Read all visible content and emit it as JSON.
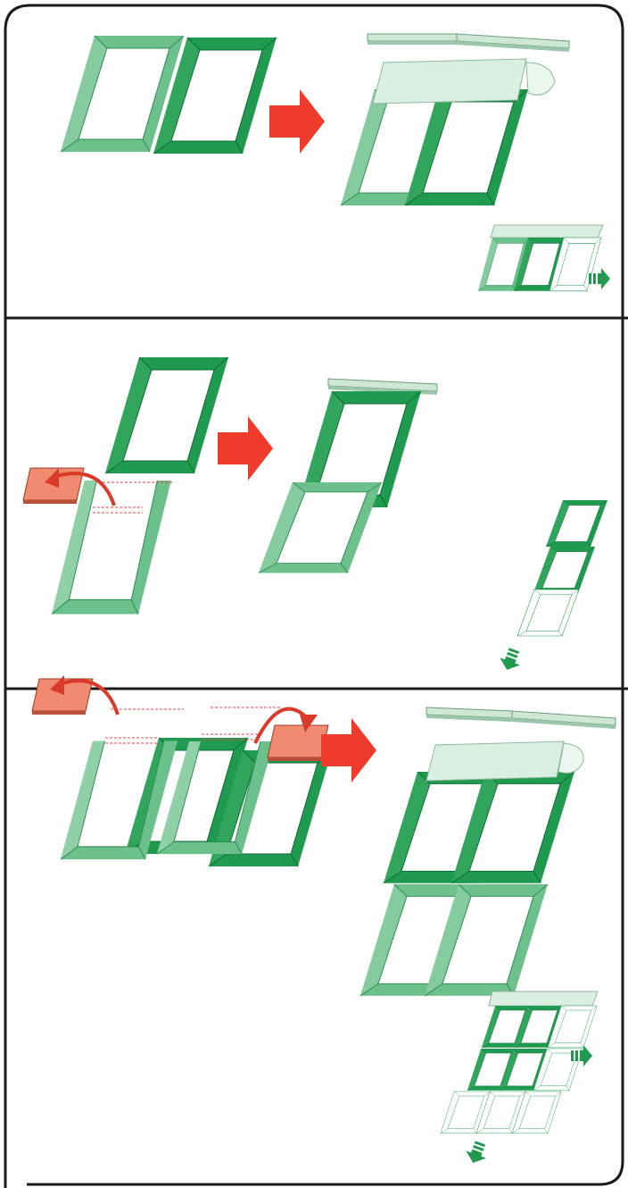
{
  "diagram": {
    "sheet": {
      "type": "assembly-instruction",
      "text_labels": []
    },
    "colors": {
      "frame_dark": "#1f9a4e",
      "frame_light": "#6cc08b",
      "frame_outline": "#1f9a4e",
      "flashing": "#cfe8d6",
      "gutter": "#d9efe1",
      "arrow_red": "#ee3b2c",
      "cut_piece": "#f08a70",
      "cut_line": "#e8464a",
      "border": "#1a1a1a"
    },
    "panels": [
      {
        "id": "side-by-side",
        "step_left": "two-frames-side-by-side",
        "step_right": "joined-with-top-flashing",
        "extension_direction": "right"
      },
      {
        "id": "stacked",
        "step_left": "frame-above-frame-with-cut-piece",
        "step_right": "stacked-frames-with-top-flashing",
        "extension_direction": "down"
      },
      {
        "id": "grid",
        "step_left": "four-frames-two-cut-pieces",
        "step_right": "two-by-two-grid-with-top-flashing",
        "extension_direction": "right-and-down"
      }
    ]
  }
}
